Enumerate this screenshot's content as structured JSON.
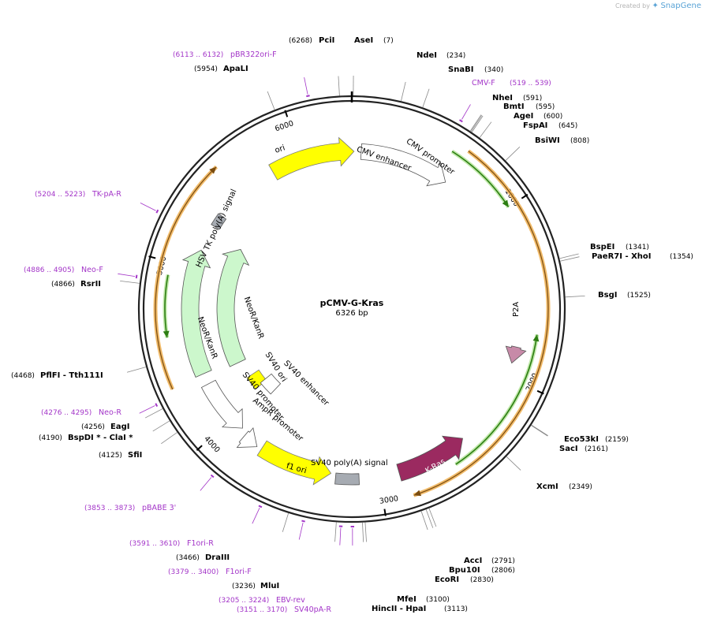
{
  "credit": {
    "prefix": "Created by",
    "brand": "SnapGene"
  },
  "plasmid": {
    "name": "pCMV-G-Kras",
    "length_label": "6326 bp",
    "length": 6326
  },
  "ticks": [
    {
      "label": "1000",
      "pos": 1000
    },
    {
      "label": "2000",
      "pos": 2000
    },
    {
      "label": "3000",
      "pos": 3000
    },
    {
      "label": "4000",
      "pos": 4000
    },
    {
      "label": "5000",
      "pos": 5000
    },
    {
      "label": "6000",
      "pos": 6000
    }
  ],
  "enzymes": [
    {
      "name": "PciI",
      "pos_label": "(6268)",
      "pos": 6268
    },
    {
      "name": "AseI",
      "pos_label": "(7)",
      "pos": 7
    },
    {
      "name": "NdeI",
      "pos_label": "(234)",
      "pos": 234
    },
    {
      "name": "SnaBI",
      "pos_label": "(340)",
      "pos": 340
    },
    {
      "name": "NheI",
      "pos_label": "(591)",
      "pos": 591
    },
    {
      "name": "BmtI",
      "pos_label": "(595)",
      "pos": 595
    },
    {
      "name": "AgeI",
      "pos_label": "(600)",
      "pos": 600
    },
    {
      "name": "FspAI",
      "pos_label": "(645)",
      "pos": 645
    },
    {
      "name": "BsiWI",
      "pos_label": "(808)",
      "pos": 808
    },
    {
      "name": "BspEI",
      "pos_label": "(1341)",
      "pos": 1341
    },
    {
      "name": "PaeR7I  - XhoI",
      "pos_label": "(1354)",
      "pos": 1354
    },
    {
      "name": "BsgI",
      "pos_label": "(1525)",
      "pos": 1525
    },
    {
      "name": "Eco53kI",
      "pos_label": "(2159)",
      "pos": 2159
    },
    {
      "name": "SacI",
      "pos_label": "(2161)",
      "pos": 2161
    },
    {
      "name": "XcmI",
      "pos_label": "(2349)",
      "pos": 2349
    },
    {
      "name": "AccI",
      "pos_label": "(2791)",
      "pos": 2791
    },
    {
      "name": "Bpu10I",
      "pos_label": "(2806)",
      "pos": 2806
    },
    {
      "name": "EcoRI",
      "pos_label": "(2830)",
      "pos": 2830
    },
    {
      "name": "MfeI",
      "pos_label": "(3100)",
      "pos": 3100
    },
    {
      "name": "HincII  - HpaI",
      "pos_label": "(3113)",
      "pos": 3113
    },
    {
      "name": "MluI",
      "pos_label": "(3236)",
      "pos": 3236
    },
    {
      "name": "DraIII",
      "pos_label": "(3466)",
      "pos": 3466
    },
    {
      "name": "SfiI",
      "pos_label": "(4125)",
      "pos": 4125
    },
    {
      "name": "BspDI *  - ClaI *",
      "pos_label": "(4190)",
      "pos": 4190
    },
    {
      "name": "EagI",
      "pos_label": "(4256)",
      "pos": 4256
    },
    {
      "name": "PflFI  - Tth111I",
      "pos_label": "(4468)",
      "pos": 4468
    },
    {
      "name": "RsrII",
      "pos_label": "(4866)",
      "pos": 4866
    },
    {
      "name": "ApaLI",
      "pos_label": "(5954)",
      "pos": 5954
    }
  ],
  "primers": [
    {
      "name": "pBR322ori-F",
      "range": "(6113 .. 6132)",
      "pos": 6122
    },
    {
      "name": "CMV-F",
      "range": "(519 .. 539)",
      "pos": 529
    },
    {
      "name": "TK-pA-R",
      "range": "(5204 .. 5223)",
      "pos": 5213
    },
    {
      "name": "Neo-F",
      "range": "(4886 .. 4905)",
      "pos": 4895
    },
    {
      "name": "Neo-R",
      "range": "(4276 .. 4295)",
      "pos": 4285
    },
    {
      "name": "pBABE 3'",
      "range": "(3853 .. 3873)",
      "pos": 3863
    },
    {
      "name": "F1ori-R",
      "range": "(3591 .. 3610)",
      "pos": 3600
    },
    {
      "name": "F1ori-F",
      "range": "(3379 .. 3400)",
      "pos": 3389
    },
    {
      "name": "EBV-rev",
      "range": "(3205 .. 3224)",
      "pos": 3214
    },
    {
      "name": "SV40pA-R",
      "range": "(3151 .. 3170)",
      "pos": 3160
    }
  ],
  "features": [
    {
      "name": "CMV enhancer",
      "color": "#ffffff"
    },
    {
      "name": "CMV promoter",
      "color": "#ffffff"
    },
    {
      "name": "P2A",
      "color": "#c78aa8"
    },
    {
      "name": "K-Ras",
      "color": "#9b2a60"
    },
    {
      "name": "SV40 poly(A) signal",
      "color": "#a6abb2"
    },
    {
      "name": "f1 ori",
      "color": "#ffff00"
    },
    {
      "name": "AmpR promoter",
      "color": "#ffffff"
    },
    {
      "name": "SV40 promoter",
      "color": "#ffffff"
    },
    {
      "name": "SV40 ori",
      "color": "#ffff00"
    },
    {
      "name": "SV40 enhancer",
      "color": "#ffffff"
    },
    {
      "name": "NeoR/KanR",
      "color": "#ccf7cc"
    },
    {
      "name": "HSV TK poly(A) signal",
      "color": "#a6abb2"
    },
    {
      "name": "ori",
      "color": "#ffff00"
    }
  ],
  "colors": {
    "backbone": "#222222",
    "orf_outer": "#f0b45a",
    "orf_inner": "#4a9c1f",
    "primer": "#a335c8"
  }
}
